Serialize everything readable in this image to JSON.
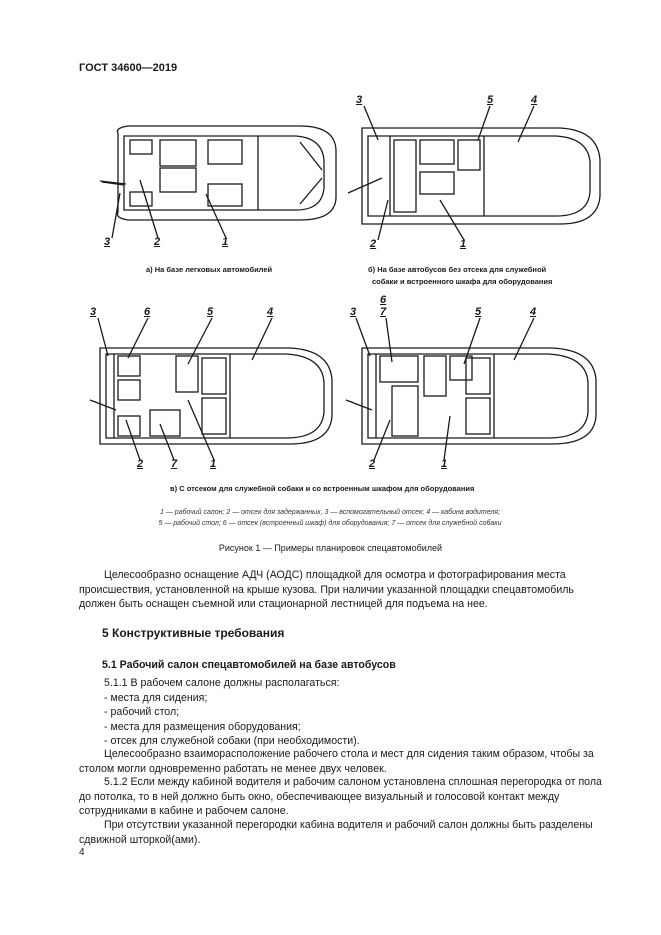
{
  "header": {
    "doc_code": "ГОСТ 34600—2019"
  },
  "figure": {
    "captions": {
      "a": "а) На базе легковых автомобилей",
      "b_line1": "б) На базе автобусов без отсека для служебной",
      "b_line2": "собаки и встроенного шкафа для оборудования",
      "c": "в) С отсеком для служебной собаки и со встроенным шкафом для оборудования"
    },
    "labels": [
      "1",
      "2",
      "3",
      "4",
      "5",
      "6",
      "7"
    ],
    "legend_line1": "1 — рабочий салон; 2 — отсек для задержанных, 3 — вспомогательный отсек; 4 — кабина водителя;",
    "legend_line2": "5 — рабочий стол; 6 — отсек (встроенный шкаф) для оборудования; 7 — отсек для служебной собаки",
    "title": "Рисунок 1 — Примеры планировок спецавтомобилей"
  },
  "body": {
    "para1": "Целесообразно оснащение АДЧ (АОДС) площадкой для осмотра и фотографирования места происшествия, установленной на крыше кузова. При наличии указанной площадки спецавтомобиль должен быть оснащен съемной или стационарной лестницей для подъема на нее.",
    "section_title": "5 Конструктивные требования",
    "subsection_title": "5.1 Рабочий салон спецавтомобилей на базе автобусов",
    "p511": "5.1.1 В рабочем салоне должны располагаться:",
    "list": [
      "- места для сидения;",
      "- рабочий стол;",
      "- места для размещения оборудования;",
      "- отсек для служебной собаки (при необходимости)."
    ],
    "para2": "Целесообразно взаиморасположение рабочего стола и мест для сидения таким образом, чтобы за столом могли одновременно работать не менее двух человек.",
    "p512": "5.1.2 Если между кабиной водителя и рабочим салоном установлена сплошная перегородка от пола до потолка, то в ней должно быть окно, обеспечивающее визуальный и голосовой контакт между сотрудниками в кабине и рабочем салоне.",
    "para3": "При отсутствии указанной перегородки кабина водителя и рабочий салон должны быть разделены сдвижной шторкой(ами)."
  },
  "page_number": "4"
}
